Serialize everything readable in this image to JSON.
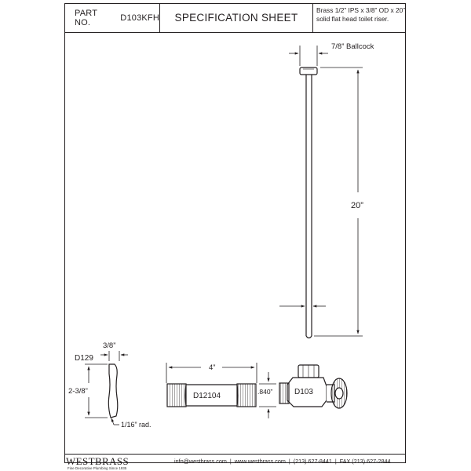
{
  "header": {
    "part_label": "PART NO.",
    "part_number": "D103KFH",
    "title": "SPECIFICATION SHEET",
    "description_lines": [
      "Brass 1/2” IPS x 3/8” OD x 20”",
      "solid flat head toilet riser."
    ]
  },
  "drawing": {
    "riser": {
      "ballcock_label": "7/8” Ballcock",
      "length_label": "20”"
    },
    "washer": {
      "part": "D129",
      "thickness": "3/8”",
      "height": "2-3/8”",
      "radius": "1/16” rad."
    },
    "nipple": {
      "part": "D12104",
      "length": "4”",
      "diameter": ".840”"
    },
    "valve": {
      "part": "D103"
    }
  },
  "footer": {
    "brand": "WESTBRASS",
    "tagline": "Fine Decorative Plumbing Since 1935",
    "email": "info@westbrass.com",
    "website": "www.westbrass.com",
    "phone": "(213) 627-8441",
    "fax": "FAX (213) 627-2844",
    "separator": "|"
  }
}
